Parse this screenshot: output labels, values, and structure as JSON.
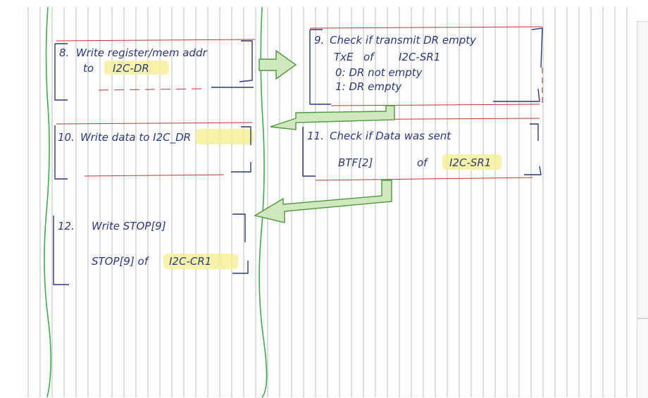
{
  "steps": [
    {
      "number": "8.",
      "lines": [
        "Write register/mem addr",
        "to",
        "I2C-DR"
      ]
    },
    {
      "number": "9.",
      "lines": [
        "Check if transmit DR empty",
        "TxE",
        "of",
        "I2C-SR1",
        "0: DR not empty",
        "1: DR empty"
      ]
    },
    {
      "number": "10.",
      "lines": [
        "Write data to I2C_DR"
      ]
    },
    {
      "number": "11.",
      "lines": [
        "Check if Data was sent",
        "BTF[2]",
        "of",
        "I2C-SR1"
      ]
    },
    {
      "number": "12.",
      "lines": [
        "Write STOP[9]",
        "STOP[9] of",
        "I2C-CR1"
      ]
    }
  ],
  "colors": {
    "ink": "#2b3a7a",
    "red_line": "#c0392b",
    "green_margin": "#3bb04a",
    "highlight": "#f4f19a",
    "arrow_green": "#4e9a3a"
  }
}
